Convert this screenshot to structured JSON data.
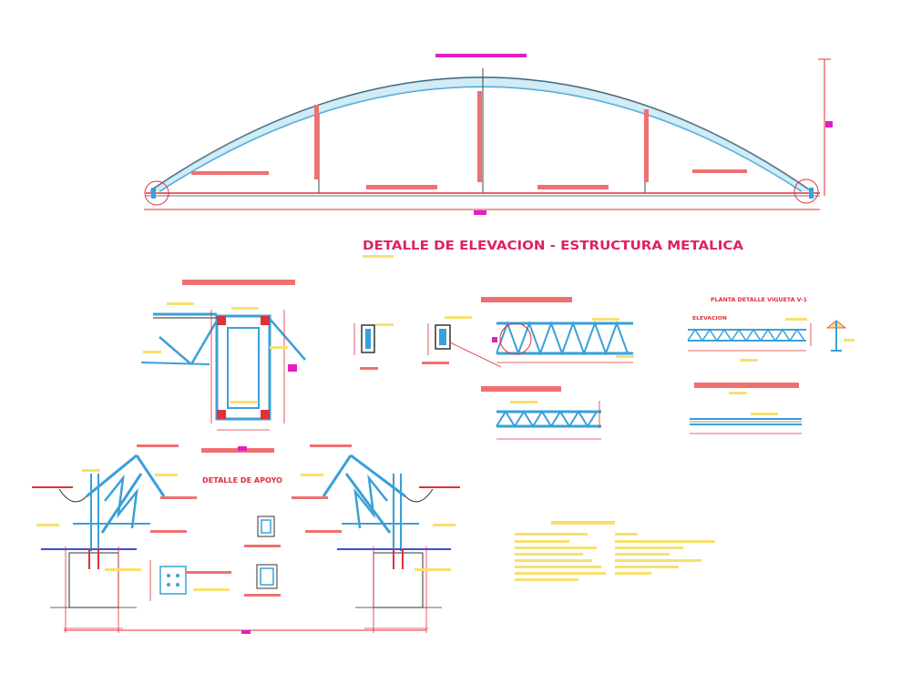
{
  "drawing": {
    "main_title": "DETALLE DE ELEVACION - ESTRUCTURA METALICA",
    "support_title": "DETALLE DE APOYO",
    "plan_title": "PLANTA DETALLE VIGUETA V-1",
    "elevation_label": "ELEVACION"
  },
  "colors": {
    "truss": "#3aa0d8",
    "arch_fill": "#bfe4f2",
    "red": "#e0303a",
    "salmon": "#f07070",
    "magenta": "#e020c0",
    "yellow": "#f8e070",
    "dark": "#333333"
  }
}
